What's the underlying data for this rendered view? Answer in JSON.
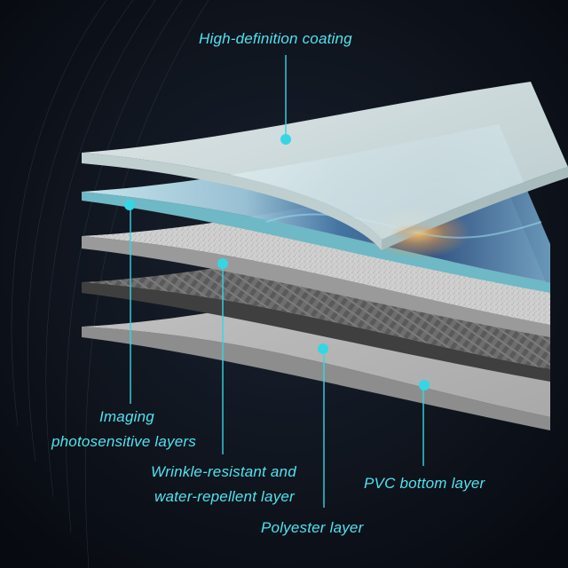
{
  "accent_color": "#35d6e4",
  "labels": {
    "coating": "High-definition coating",
    "imaging_line1": "Imaging",
    "imaging_line2": "photosensitive layers",
    "wrinkle_line1": "Wrinkle-resistant and",
    "wrinkle_line2": "water-repellent layer",
    "pvc": "PVC bottom layer",
    "polyester": "Polyester layer"
  },
  "layers_top_to_bottom": [
    "High-definition coating",
    "Imaging photosensitive layers",
    "Wrinkle-resistant and water-repellent layer",
    "Polyester layer",
    "PVC bottom layer"
  ]
}
